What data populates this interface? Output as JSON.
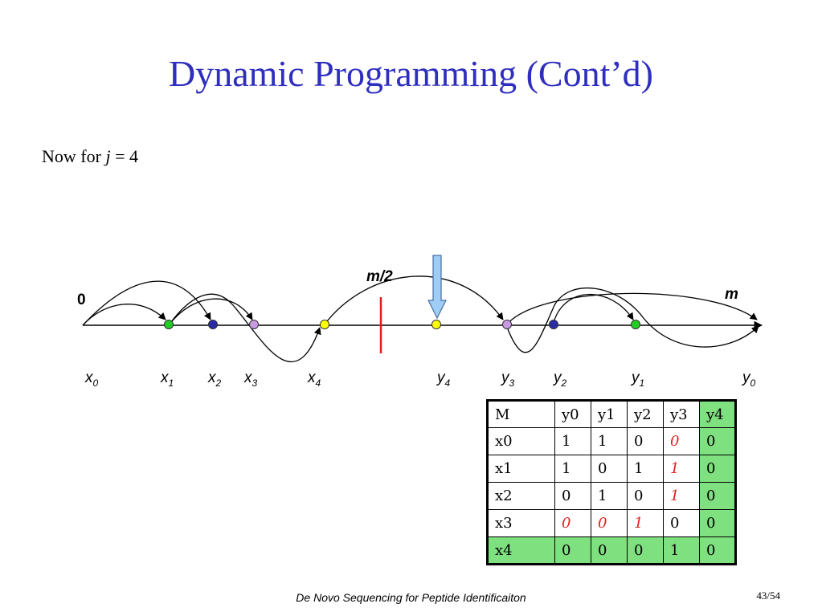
{
  "slide": {
    "title": "Dynamic Programming (Cont’d)",
    "subtitle_prefix": "Now for ",
    "subtitle_var": "j",
    "subtitle_suffix": " = 4",
    "footer": "De Novo Sequencing for Peptide Identificaiton",
    "page": "43/54"
  },
  "diagram": {
    "origin_label": "0",
    "end_label": "m",
    "mid_label": "m/2",
    "points": [
      {
        "base": "x",
        "sub": "0",
        "color": "#000000"
      },
      {
        "base": "x",
        "sub": "1",
        "color": "#22cc22"
      },
      {
        "base": "x",
        "sub": "2",
        "color": "#2a2aa8"
      },
      {
        "base": "x",
        "sub": "3",
        "color": "#c89be0"
      },
      {
        "base": "x",
        "sub": "4",
        "color": "#ffff00"
      },
      {
        "base": "y",
        "sub": "4",
        "color": "#ffff00"
      },
      {
        "base": "y",
        "sub": "3",
        "color": "#c89be0"
      },
      {
        "base": "y",
        "sub": "2",
        "color": "#2a2aa8"
      },
      {
        "base": "y",
        "sub": "1",
        "color": "#22cc22"
      },
      {
        "base": "y",
        "sub": "0",
        "color": "#000000"
      }
    ],
    "accent_red": "#e01e1e",
    "arrow_fill": "#9fcdf5"
  },
  "table": {
    "header": [
      "M",
      "y0",
      "y1",
      "y2",
      "y3",
      "y4"
    ],
    "rows": [
      [
        "x0",
        "1",
        "1",
        "0",
        "0",
        "0"
      ],
      [
        "x1",
        "1",
        "0",
        "1",
        "1",
        "0"
      ],
      [
        "x2",
        "0",
        "1",
        "0",
        "1",
        "0"
      ],
      [
        "x3",
        "0",
        "0",
        "1",
        "0",
        "0"
      ],
      [
        "x4",
        "0",
        "0",
        "0",
        "1",
        "0"
      ]
    ]
  }
}
